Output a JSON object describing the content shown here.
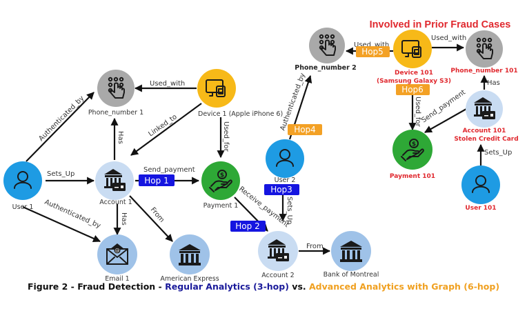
{
  "banner": "Involved in Prior Fraud Cases",
  "caption": {
    "prefix": "Figure 2 - Fraud Detection - ",
    "regular": "Regular Analytics (3-hop)",
    "vs": " vs. ",
    "advanced": "Advanced Analytics with Graph (6-hop)"
  },
  "colors": {
    "user": "#1e9be3",
    "phone": "#a9a9a9",
    "device": "#f7b918",
    "payment": "#2ea836",
    "account": "#c9dcf2",
    "email_bank": "#9fc2e8",
    "hop_regular": "#1515e0",
    "hop_advanced": "#f3a125",
    "fraud_text": "#e0282e"
  },
  "nodes": {
    "user1": {
      "label": "User 1",
      "type": "user"
    },
    "phone1": {
      "label": "Phone_number 1",
      "type": "phone"
    },
    "device1": {
      "label": "Device 1 (Apple iPhone 6)",
      "type": "device"
    },
    "account1": {
      "label": "Account 1",
      "type": "account"
    },
    "payment1": {
      "label": "Payment 1",
      "type": "payment"
    },
    "email1": {
      "label": "Email 1",
      "type": "email"
    },
    "amex": {
      "label": "American Express",
      "type": "bank"
    },
    "user2": {
      "label": "User 2",
      "type": "user"
    },
    "phone2": {
      "label": "Phone_number 2",
      "type": "phone"
    },
    "account2": {
      "label": "Account 2",
      "type": "account"
    },
    "bmo": {
      "label": "Bank of Montreal",
      "type": "bank"
    },
    "device101": {
      "label": "Device 101",
      "sublabel": "(Samsung Galaxy S3)",
      "type": "device"
    },
    "phone101": {
      "label": "Phone_number 101",
      "type": "phone"
    },
    "account101": {
      "label": "Account 101",
      "sublabel": "Stolen Credit Card",
      "type": "account"
    },
    "payment101": {
      "label": "Payment 101",
      "type": "payment"
    },
    "user101": {
      "label": "User 101",
      "type": "user"
    }
  },
  "edges": {
    "user1_phone1": "Authenticated_by",
    "device1_phone1": "Used_with",
    "device1_account1": "Linked_to",
    "device1_payment1": "Used_for",
    "account1_phone1": "Has",
    "user1_account1": "Sets_Up",
    "account1_payment1": "Send_payment",
    "user1_email1": "Authenticated_by",
    "account1_email1": "Has",
    "account1_amex": "From",
    "payment1_account2": "Receive_payment",
    "user2_account2": "Sets_Up",
    "account2_bmo": "From",
    "user2_phone2": "Authenticated_by",
    "device101_phone2": "Used_with",
    "device101_phone101": "Used_with",
    "device101_payment101": "Used_for",
    "account101_phone101": "Has",
    "account101_payment101": "Send_payment",
    "user101_account101": "Sets_Up"
  },
  "hops": {
    "hop1": "Hop 1",
    "hop2": "Hop 2",
    "hop3": "Hop3",
    "hop4": "Hop4",
    "hop5": "Hop5",
    "hop6": "Hop6"
  }
}
